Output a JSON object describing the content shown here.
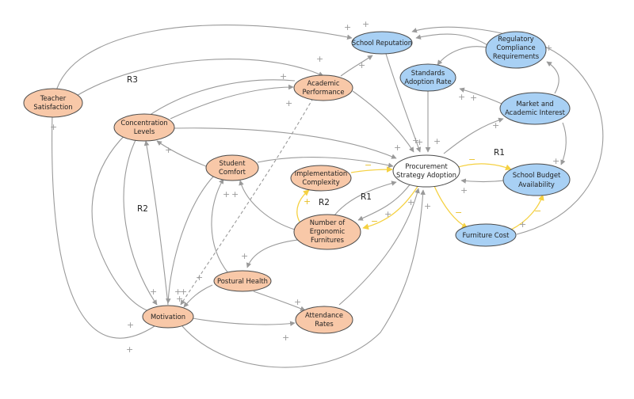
{
  "colors": {
    "orange_node": "#f8c8a8",
    "blue_node": "#a8d0f4",
    "white_node": "#ffffff",
    "link": "#9a9a9a",
    "highlight_link": "#f5d142"
  },
  "nodes": [
    {
      "id": "school_reputation",
      "lines": [
        "School Reputation"
      ],
      "style": "blue"
    },
    {
      "id": "regulatory_compliance",
      "lines": [
        "Regulatory",
        "Compliance",
        "Requirements"
      ],
      "style": "blue"
    },
    {
      "id": "standards_adoption",
      "lines": [
        "Standards",
        "Adoption Rate"
      ],
      "style": "blue"
    },
    {
      "id": "market_interest",
      "lines": [
        "Market and",
        "Academic Interest"
      ],
      "style": "blue"
    },
    {
      "id": "budget",
      "lines": [
        "School Budget",
        "Availability"
      ],
      "style": "blue"
    },
    {
      "id": "furniture_cost",
      "lines": [
        "Furniture Cost"
      ],
      "style": "blue"
    },
    {
      "id": "procurement",
      "lines": [
        "Procurement",
        "Strategy Adoption"
      ],
      "style": "white"
    },
    {
      "id": "teacher_satisfaction",
      "lines": [
        "Teacher",
        "Satisfaction"
      ],
      "style": "orange"
    },
    {
      "id": "academic_performance",
      "lines": [
        "Academic",
        "Performance"
      ],
      "style": "orange"
    },
    {
      "id": "concentration",
      "lines": [
        "Concentration",
        "Levels"
      ],
      "style": "orange"
    },
    {
      "id": "student_comfort",
      "lines": [
        "Student",
        "Comfort"
      ],
      "style": "orange"
    },
    {
      "id": "implementation",
      "lines": [
        "Implementation",
        "Complexity"
      ],
      "style": "orange"
    },
    {
      "id": "ergonomic",
      "lines": [
        "Number of",
        "Ergonomic",
        "Furnitures"
      ],
      "style": "orange"
    },
    {
      "id": "postural",
      "lines": [
        "Postural Health"
      ],
      "style": "orange"
    },
    {
      "id": "motivation",
      "lines": [
        "Motivation"
      ],
      "style": "orange"
    },
    {
      "id": "attendance",
      "lines": [
        "Attendance",
        "Rates"
      ],
      "style": "orange"
    }
  ],
  "loop_labels": [
    {
      "id": "r3",
      "text": "R3"
    },
    {
      "id": "r2_left",
      "text": "R2"
    },
    {
      "id": "r2_mid",
      "text": "R2"
    },
    {
      "id": "r1_mid",
      "text": "R1"
    },
    {
      "id": "r1_right",
      "text": "R1"
    }
  ],
  "link_polarity": {
    "positive": "+",
    "negative": "−"
  }
}
